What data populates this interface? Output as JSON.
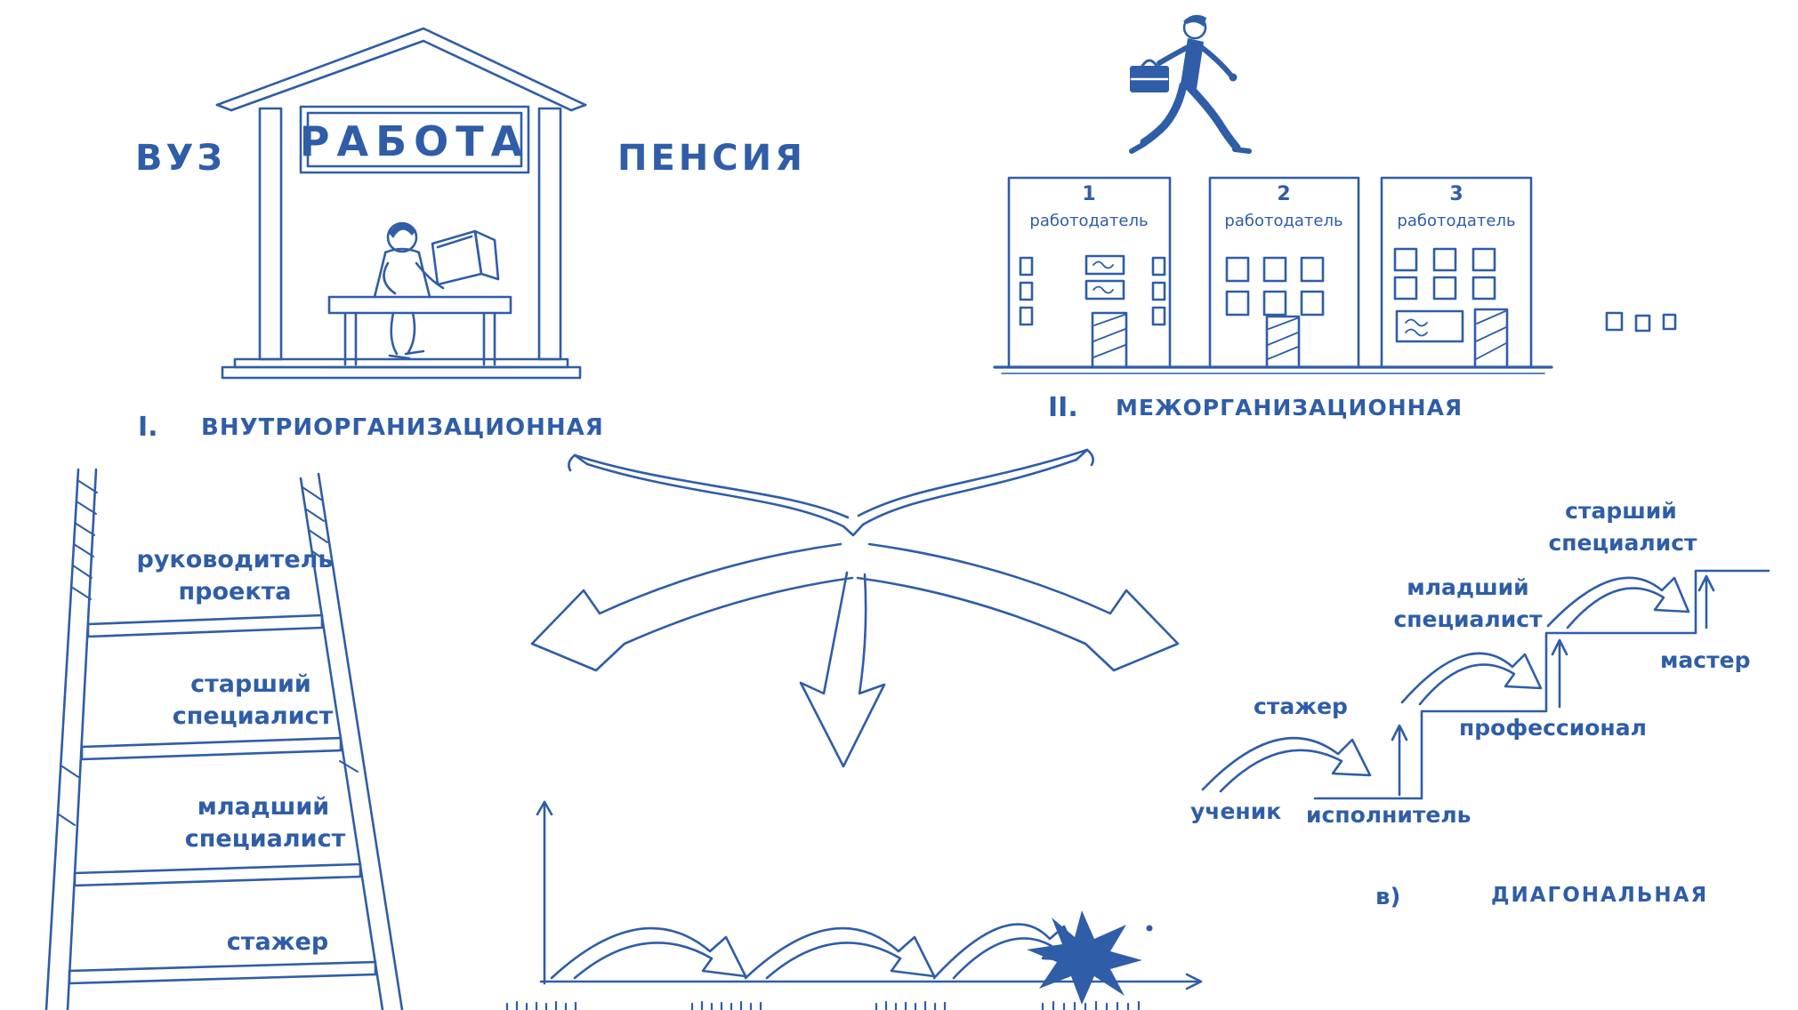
{
  "ink_color": "#2f5da8",
  "office_scene": {
    "left_label": "ВУЗ",
    "sign": "РАБОТА",
    "right_label": "ПЕНСИЯ",
    "numeral": "I.",
    "caption": "ВНУТРИОРГАНИЗАЦИОННАЯ"
  },
  "employers_scene": {
    "numeral": "II.",
    "caption": "МЕЖОРГАНИЗАЦИОННАЯ",
    "buildings": [
      {
        "number": "1",
        "label": "работодатель"
      },
      {
        "number": "2",
        "label": "работодатель"
      },
      {
        "number": "3",
        "label": "работодатель"
      }
    ]
  },
  "career_ladder": {
    "rungs": [
      {
        "line1": "руководитель",
        "line2": "проекта"
      },
      {
        "line1": "старший",
        "line2": "специалист"
      },
      {
        "line1": "младший",
        "line2": "специалист"
      },
      {
        "line1": "стажер"
      }
    ]
  },
  "diagonal_stairs": {
    "start": "ученик",
    "arc1": "стажер",
    "step1": "исполнитель",
    "arc2_line1": "младший",
    "arc2_line2": "специалист",
    "step2": "профессионал",
    "arc3_line1": "старший",
    "arc3_line2": "специалист",
    "step3": "мастер",
    "letter": "в)",
    "caption": "ДИАГОНАЛЬНАЯ"
  }
}
